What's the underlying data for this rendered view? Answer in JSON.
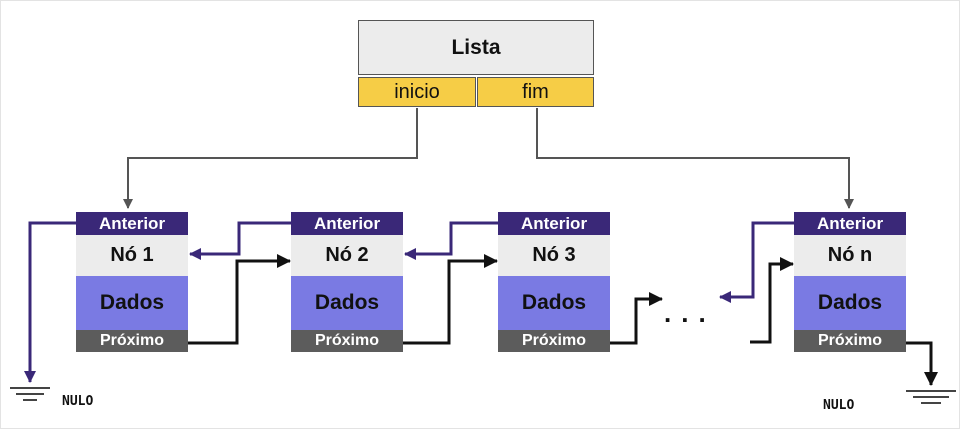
{
  "lista": {
    "title": "Lista",
    "inicio": "inicio",
    "fim": "fim"
  },
  "nodes": [
    {
      "anterior": "Anterior",
      "name": "Nó 1",
      "dados": "Dados",
      "proximo": "Próximo"
    },
    {
      "anterior": "Anterior",
      "name": "Nó 2",
      "dados": "Dados",
      "proximo": "Próximo"
    },
    {
      "anterior": "Anterior",
      "name": "Nó 3",
      "dados": "Dados",
      "proximo": "Próximo"
    },
    {
      "anterior": "Anterior",
      "name": "Nó n",
      "dados": "Dados",
      "proximo": "Próximo"
    }
  ],
  "ellipsis": "...",
  "null_left": "NULO",
  "null_right": "NULO",
  "colors": {
    "anterior": "#3a2878",
    "dados": "#7a7ae3",
    "proximo": "#5c5c5c",
    "field": "#f6cd46",
    "header": "#ececec"
  }
}
